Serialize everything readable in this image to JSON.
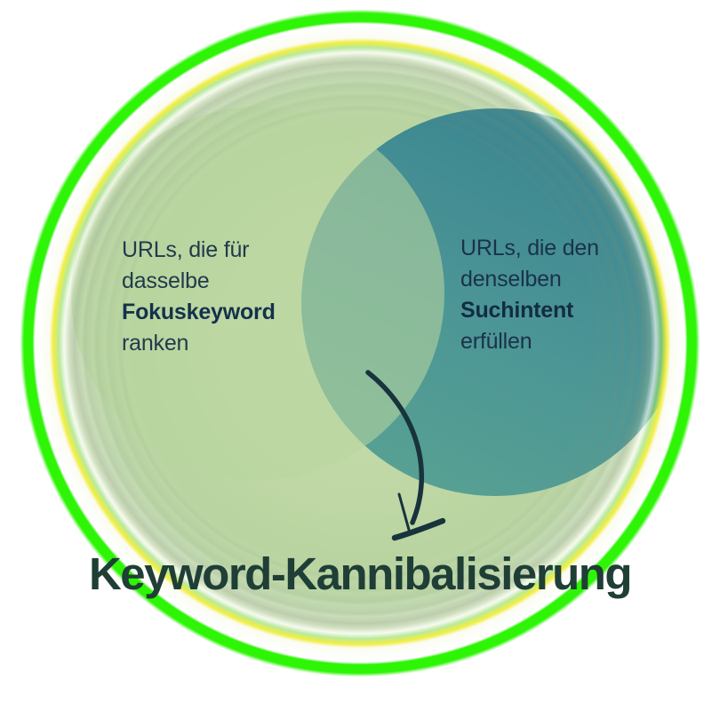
{
  "venn": {
    "title": "Keyword-Kannibalisierung",
    "left": {
      "line1": "URLs, die für",
      "line2": "dasselbe",
      "line3": "Fokuskeyword",
      "line4": "ranken"
    },
    "right": {
      "line1": "URLs, die den",
      "line2": "denselben",
      "line3": "Suchintent",
      "line4": "erfüllen"
    },
    "colors": {
      "background_circle_green": "#bfd8a6",
      "left_circle_tint": "rgba(184,213,158,0.58)",
      "right_circle_teal_dark": "#38828f",
      "right_circle_teal_light": "#57a093",
      "overlap_sage": "#8bba9d",
      "glow_ring_green": "#2ef406",
      "glow_ring_yellow": "#f1ee3e",
      "body_text": "#1d3748",
      "title_text": "#1f3e36",
      "arrow": "#18333c"
    }
  }
}
